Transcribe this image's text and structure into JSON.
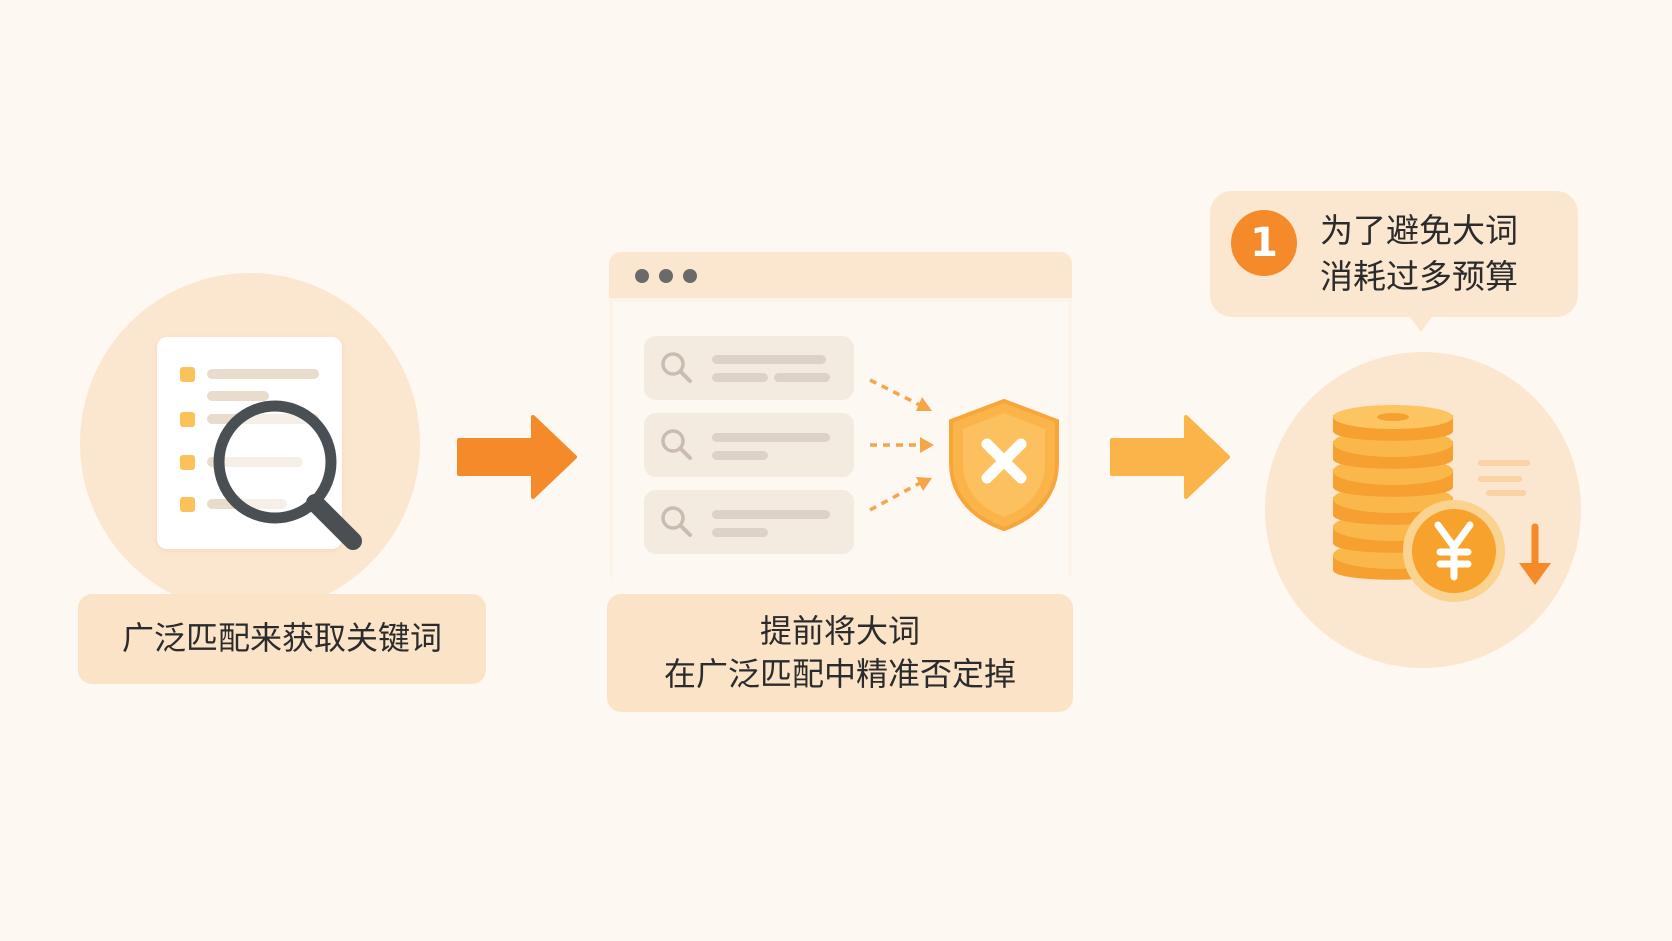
{
  "step1": {
    "label": "广泛匹配来获取关键词",
    "icons": [
      "document-icon",
      "magnifier-icon"
    ]
  },
  "step2": {
    "label_line1": "提前将大词",
    "label_line2": "在广泛匹配中精准否定掉",
    "icons": [
      "browser-window",
      "search-icon",
      "shield-x-icon"
    ]
  },
  "step3": {
    "badge_number": "1",
    "callout_line1": "为了避免大词",
    "callout_line2": "消耗过多预算",
    "icons": [
      "coin-stack-icon",
      "yen-coin-icon",
      "down-arrow-icon"
    ]
  },
  "colors": {
    "background": "#fdf8f1",
    "panel": "#fbe6cf",
    "accent_orange": "#f58a2a",
    "accent_yellow": "#fbb44a",
    "text": "#2b2b2b"
  }
}
